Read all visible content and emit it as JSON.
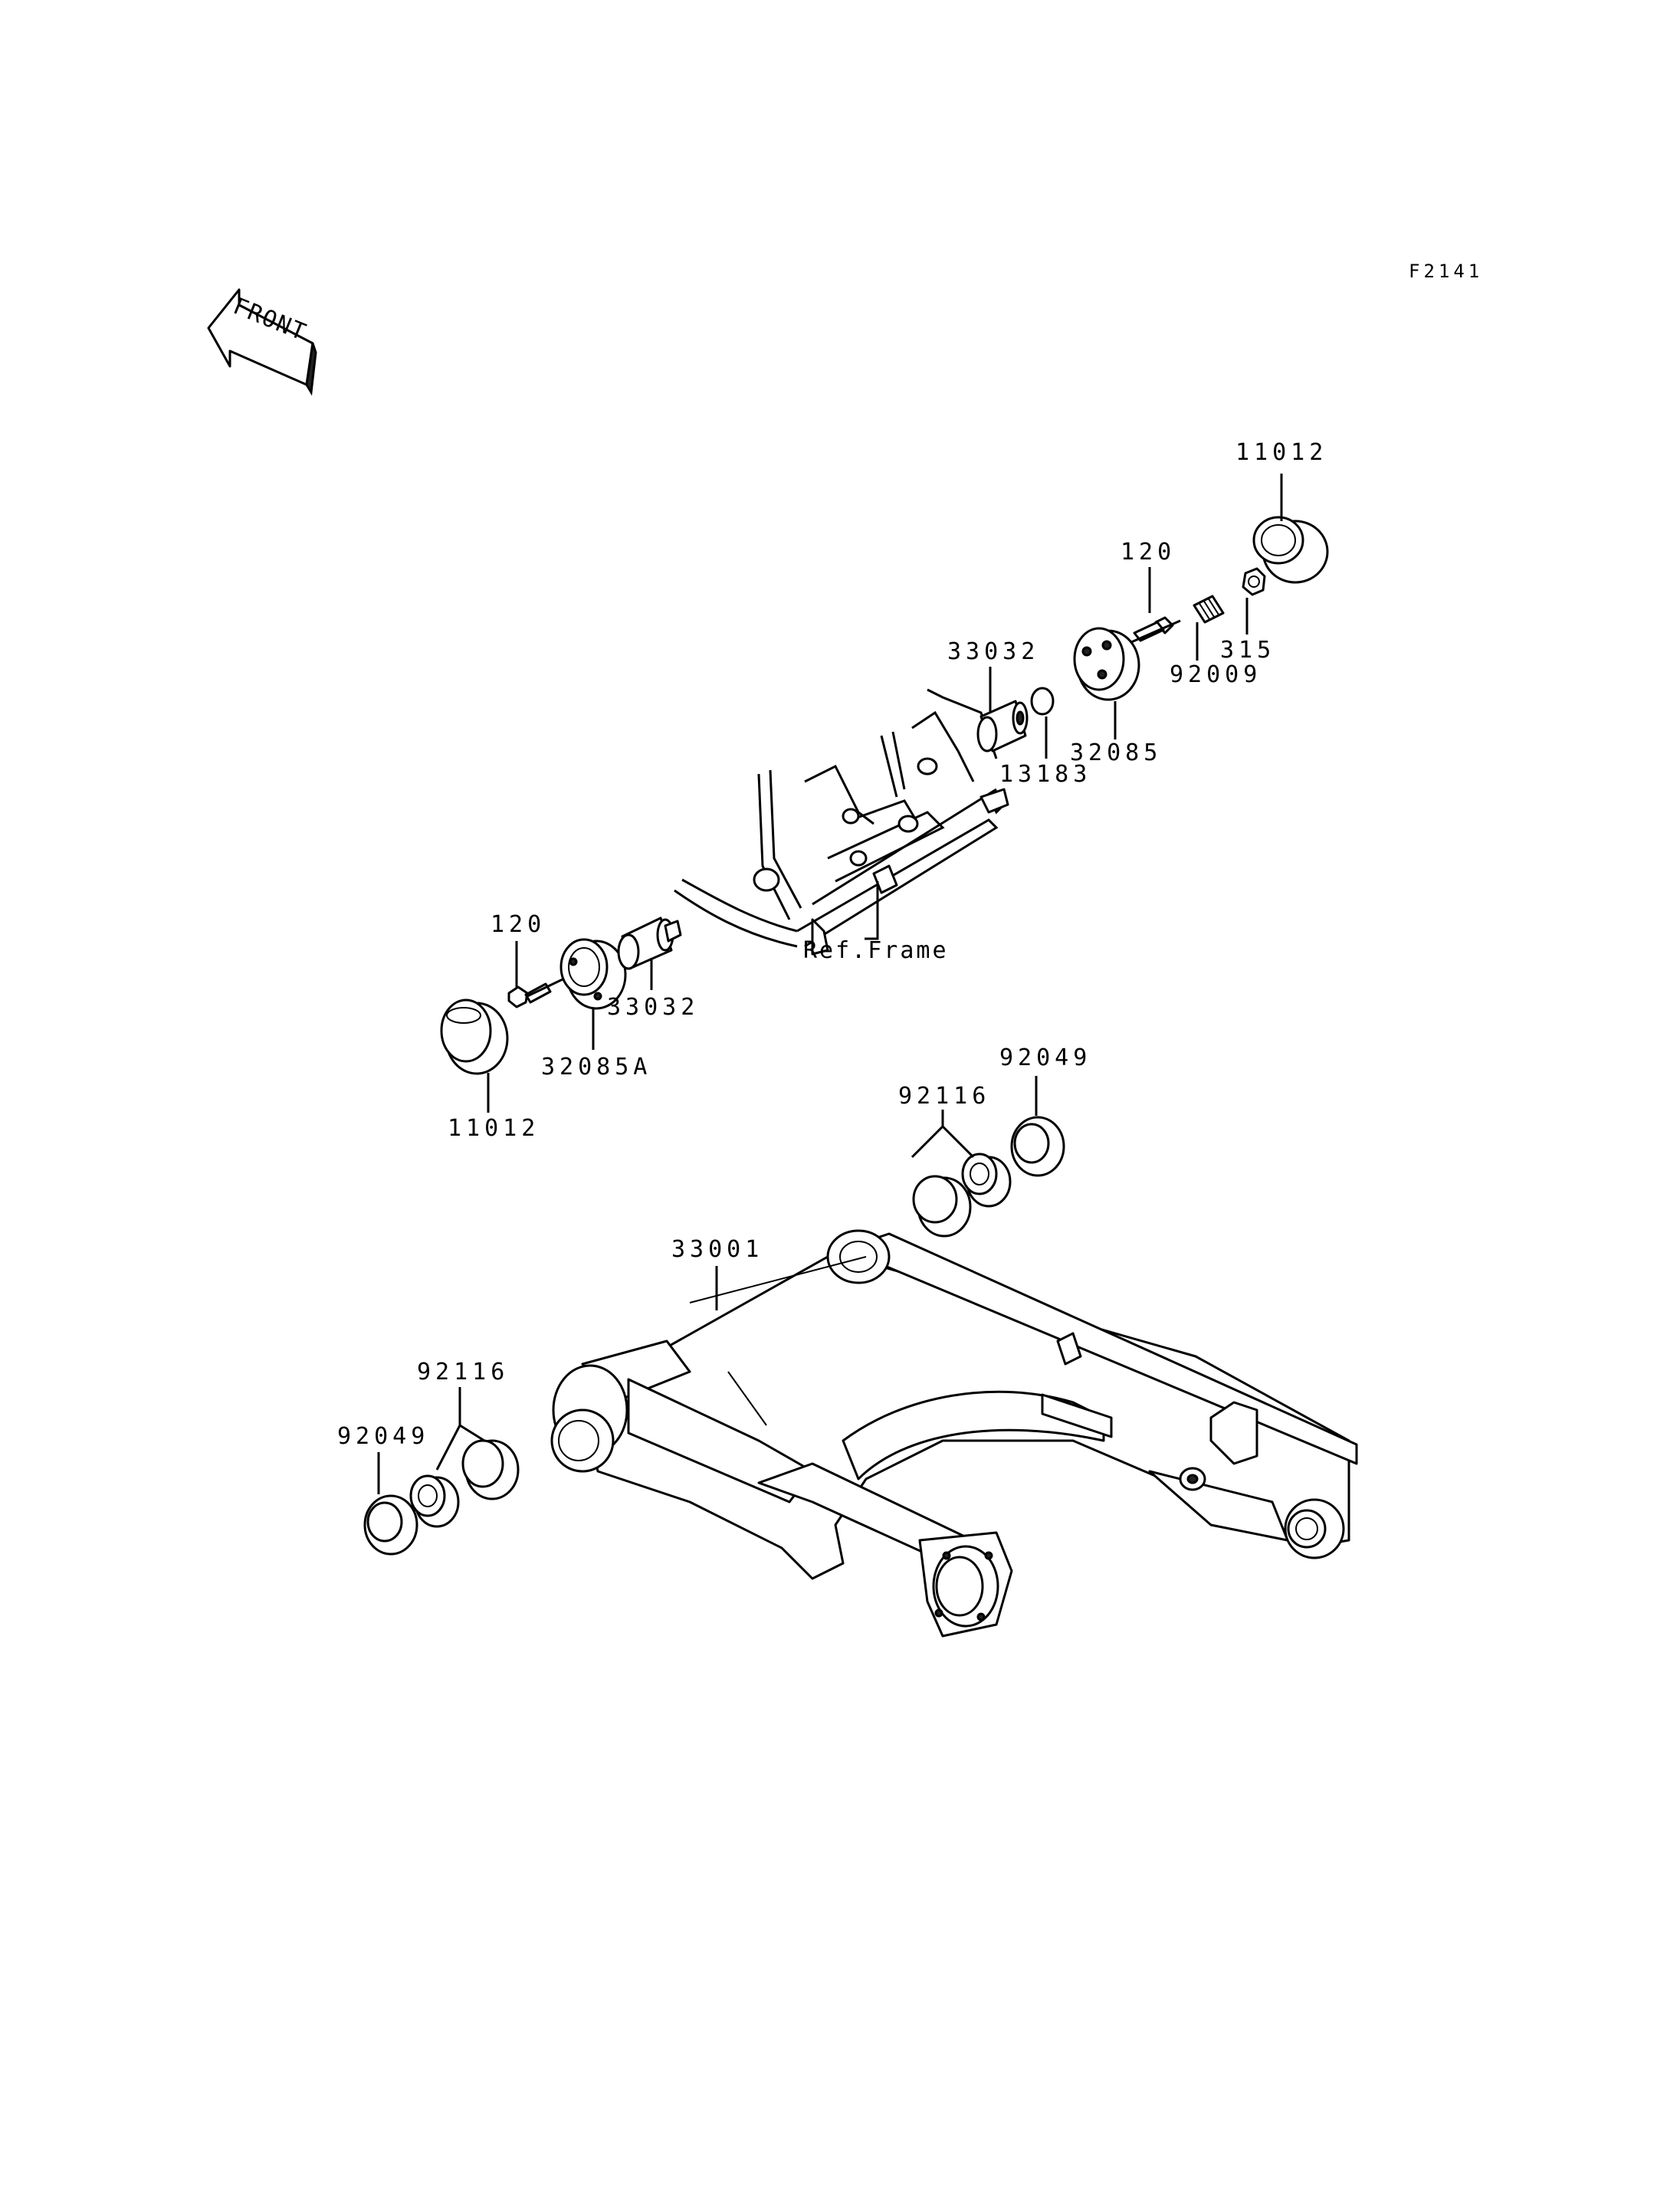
{
  "diagram": {
    "code": "F2141",
    "front_label": "FRONT",
    "labels": {
      "part_11012_top": "11012",
      "part_120_top": "120",
      "part_315": "315",
      "part_92009": "92009",
      "part_32085": "32085",
      "part_33032_top": "33032",
      "part_13183": "13183",
      "ref_frame": "Ref.Frame",
      "part_120_left": "120",
      "part_33032_left": "33032",
      "part_32085A": "32085A",
      "part_11012_left": "11012",
      "part_92049_right": "92049",
      "part_92116_right": "92116",
      "part_33001": "33001",
      "part_92116_left": "92116",
      "part_92049_left": "92049"
    }
  }
}
